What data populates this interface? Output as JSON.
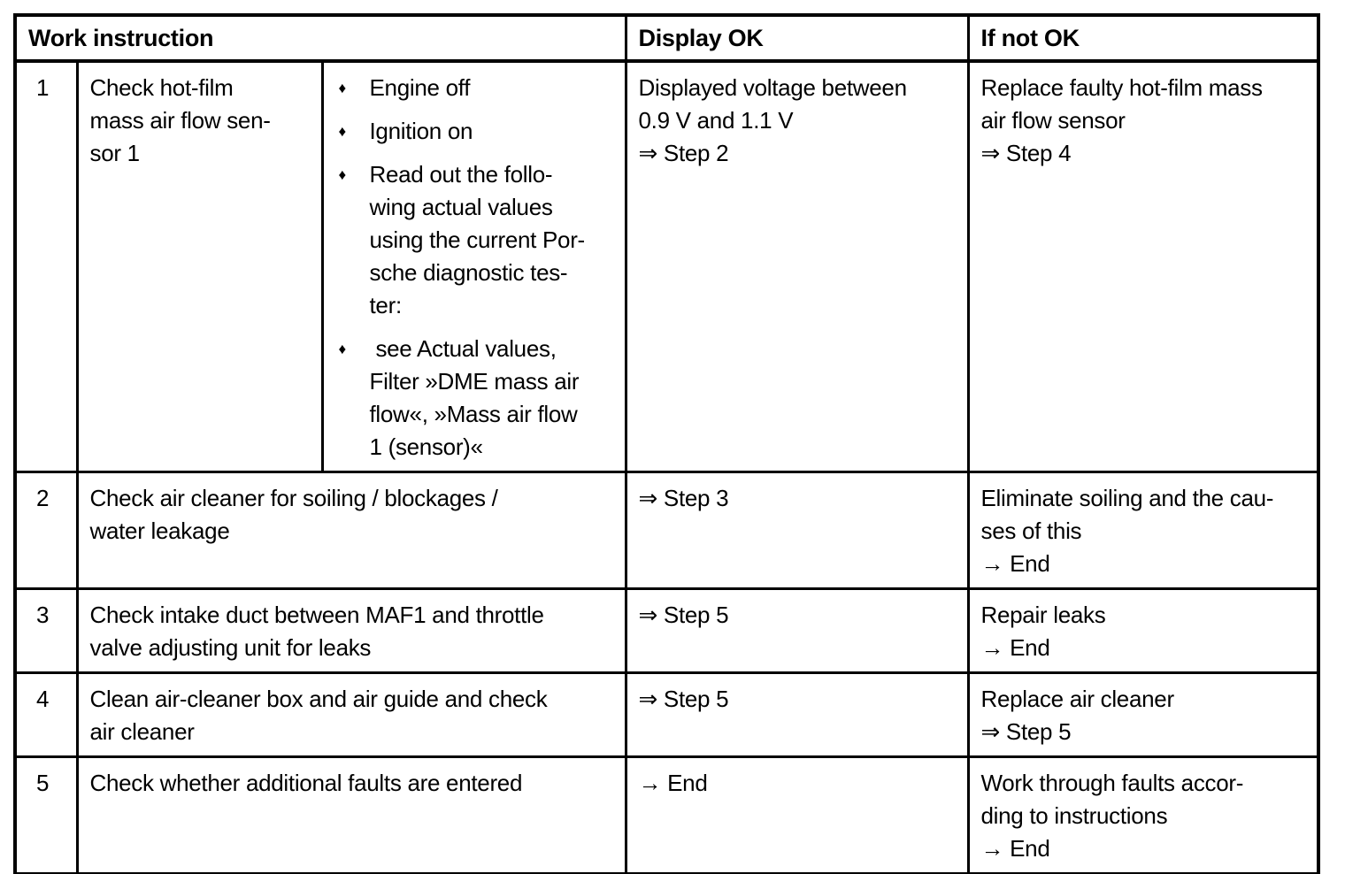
{
  "table": {
    "bullet_glyph": "♦",
    "headers": {
      "work_instruction": "Work instruction",
      "display_ok": "Display OK",
      "if_not_ok": "If not OK"
    },
    "rows": [
      {
        "step": "1",
        "instruction": "Check hot-film\nmass air flow sen-\nsor 1",
        "bullets": [
          "Engine off",
          "Ignition on",
          "Read out the follo-\nwing actual values\nusing the current Por-\nsche diagnostic tes-\nter:",
          " see Actual values,\nFilter »DME mass air\nflow«, »Mass air flow\n1 (sensor)«"
        ],
        "display_ok": "Displayed voltage between\n0.9 V and 1.1 V\n⇒ Step 2",
        "if_not_ok": "Replace faulty hot-film mass\nair flow sensor\n⇒ Step 4"
      },
      {
        "step": "2",
        "instruction": "Check air cleaner for soiling / blockages /\nwater leakage",
        "display_ok": "⇒ Step 3",
        "if_not_ok": "Eliminate soiling and the cau-\nses of this\n→ End"
      },
      {
        "step": "3",
        "instruction": "Check intake duct between MAF1 and throttle\nvalve adjusting unit for leaks",
        "display_ok": "⇒ Step 5",
        "if_not_ok": "Repair leaks\n→ End"
      },
      {
        "step": "4",
        "instruction": "Clean air-cleaner box and air guide and check\nair cleaner",
        "display_ok": "⇒ Step 5",
        "if_not_ok": "Replace air cleaner\n⇒ Step 5"
      },
      {
        "step": "5",
        "instruction": "Check whether additional faults are entered",
        "display_ok": "→ End",
        "if_not_ok": "Work through faults accor-\nding to instructions\n→ End"
      }
    ]
  }
}
